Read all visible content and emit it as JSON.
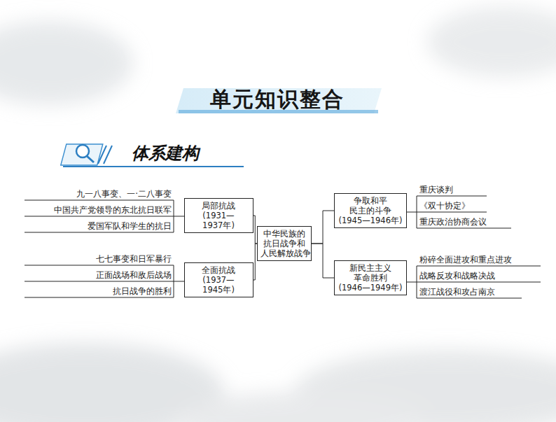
{
  "diagram": {
    "title": "单元知识整合",
    "nodes": [
      {
        "text": [
          "局部抗战",
          "(1931—1937年)"
        ]
      },
      {
        "text": [
          "全面抗战",
          "(1937—1945年)"
        ]
      },
      {
        "text": [
          "中华民族的 抗日战争和 人民解放战争"
        ]
      },
      {
        "text": [
          "争取和平 民主的斗争",
          "(1945—1946年)"
        ]
      },
      {
        "text": [
          "新民主主义 革命胜利",
          "(1946—1949年)"
        ]
      }
    ],
    "edges": [
      {
        "from": 2,
        "to": 0,
        "arrow": "none"
      },
      {
        "from": 2,
        "to": 1,
        "arrow": "none"
      },
      {
        "from": 2,
        "to": 3,
        "arrow": "none"
      },
      {
        "from": 2,
        "to": 4,
        "arrow": "none"
      }
    ],
    "labels": [
      "体系建构",
      "九一八事变、一·二八事变",
      "中国共产党领导的东北抗日联军",
      "爱国军队和学生的抗日",
      "七七事变和日军暴行",
      "正面战场和敌后战场",
      "抗日战争的胜利",
      "重庆谈判",
      "《双十协定》",
      "重庆政治协商会议",
      "粉碎全面进攻和重点进攻",
      "战略反攻和战略决战",
      "渡江战役和攻占南京"
    ]
  }
}
